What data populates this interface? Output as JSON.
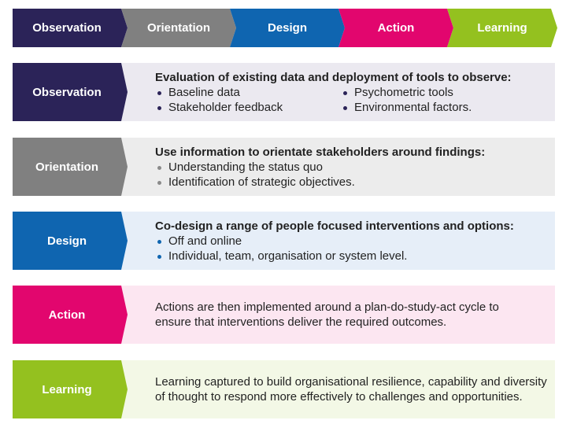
{
  "process_bar": [
    {
      "label": "Observation",
      "color": "#2b2358"
    },
    {
      "label": "Orientation",
      "color": "#808080"
    },
    {
      "label": "Design",
      "color": "#0f65b0"
    },
    {
      "label": "Action",
      "color": "#e2066e"
    },
    {
      "label": "Learning",
      "color": "#94c11f"
    }
  ],
  "rows": [
    {
      "label": "Observation",
      "color": "#2b2358",
      "bg": "#ebe9f0",
      "heading": "Evaluation of existing data and deployment of tools to observe:",
      "bullets": [
        "Baseline data",
        "Stakeholder feedback",
        "Psychometric tools",
        "Environmental factors."
      ]
    },
    {
      "label": "Orientation",
      "color": "#808080",
      "bg": "#ececec",
      "heading": "Use information to orientate stakeholders around findings:",
      "bullets": [
        "Understanding the status quo",
        "Identification of strategic objectives."
      ]
    },
    {
      "label": "Design",
      "color": "#0f65b0",
      "bg": "#e6eef8",
      "heading": "Co-design a range of people focused interventions and options:",
      "bullets": [
        "Off and online",
        "Individual, team, organisation or system level."
      ]
    },
    {
      "label": "Action",
      "color": "#e2066e",
      "bg": "#fce6f1",
      "text": "Actions are then implemented around a plan-do-study-act cycle to ensure that interventions deliver the required outcomes."
    },
    {
      "label": "Learning",
      "color": "#94c11f",
      "bg": "#f3f8e6",
      "text": "Learning captured to build organisational resilience, capability and diversity of thought to respond more effectively to challenges and opportunities."
    }
  ]
}
